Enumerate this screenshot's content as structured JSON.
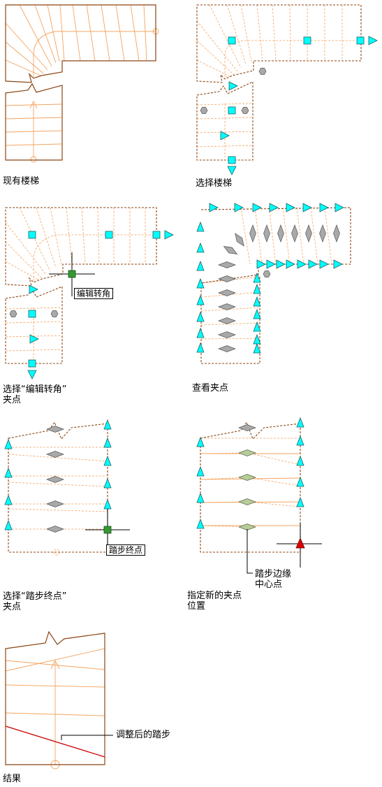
{
  "panels": {
    "p1": {
      "caption": "现有楼梯"
    },
    "p2": {
      "caption": "选择楼梯"
    },
    "p3": {
      "caption_line1": "选择“编辑转角”",
      "caption_line2": "夹点",
      "tooltip": "编辑转角"
    },
    "p4": {
      "caption": "查看夹点"
    },
    "p5": {
      "caption_line1": "选择“踏步终点”",
      "caption_line2": "夹点",
      "tooltip": "踏步终点"
    },
    "p6": {
      "caption_line1": "指定新的夹点",
      "caption_line2": "位置",
      "callout_line1": "踏步边缘",
      "callout_line2": "中心点"
    },
    "p7": {
      "caption": "结果",
      "callout": "调整后的踏步"
    }
  },
  "colors": {
    "stair_outline": "#8b4513",
    "tread": "#f4a460",
    "grip_cyan": "#00ffff",
    "grip_gray": "#a9a9a9",
    "grip_green": "#339933",
    "grip_red": "#dd0000",
    "adjusted_tread": "#cc0000"
  }
}
